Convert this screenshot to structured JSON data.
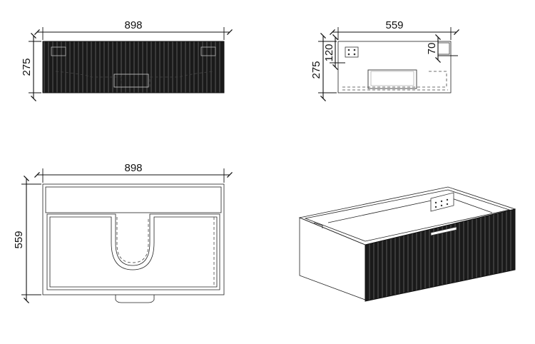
{
  "colors": {
    "line": "#111111",
    "panel_fill": "#1a1a1a",
    "slat_light": "#5a5a5a",
    "background": "#ffffff"
  },
  "front_view": {
    "width_label": "898",
    "height_label": "275"
  },
  "side_view": {
    "depth_label": "559",
    "height_label": "275",
    "offset_label_a": "120",
    "offset_label_b": "70"
  },
  "top_view": {
    "width_label": "898",
    "depth_label": "559"
  }
}
